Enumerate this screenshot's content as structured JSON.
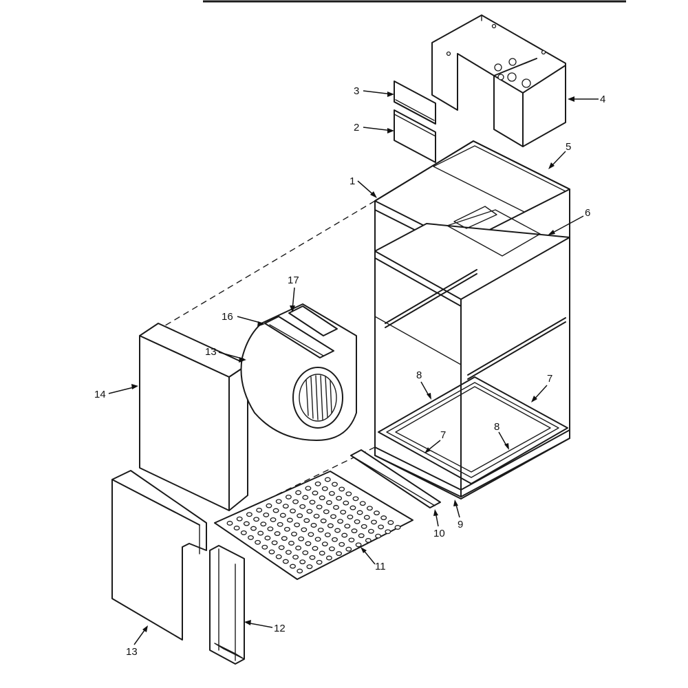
{
  "diagram": {
    "callouts": [
      {
        "id": "c1",
        "label": "1"
      },
      {
        "id": "c2",
        "label": "2"
      },
      {
        "id": "c3",
        "label": "3"
      },
      {
        "id": "c4",
        "label": "4"
      },
      {
        "id": "c5",
        "label": "5"
      },
      {
        "id": "c6",
        "label": "6"
      },
      {
        "id": "c7a",
        "label": "7"
      },
      {
        "id": "c7b",
        "label": "7"
      },
      {
        "id": "c8a",
        "label": "8"
      },
      {
        "id": "c8b",
        "label": "8"
      },
      {
        "id": "c9",
        "label": "9"
      },
      {
        "id": "c10",
        "label": "10"
      },
      {
        "id": "c11",
        "label": "11"
      },
      {
        "id": "c12",
        "label": "12"
      },
      {
        "id": "c13a",
        "label": "13"
      },
      {
        "id": "c13b",
        "label": "13"
      },
      {
        "id": "c14",
        "label": "14"
      },
      {
        "id": "c16",
        "label": "16"
      },
      {
        "id": "c17",
        "label": "17"
      }
    ]
  }
}
